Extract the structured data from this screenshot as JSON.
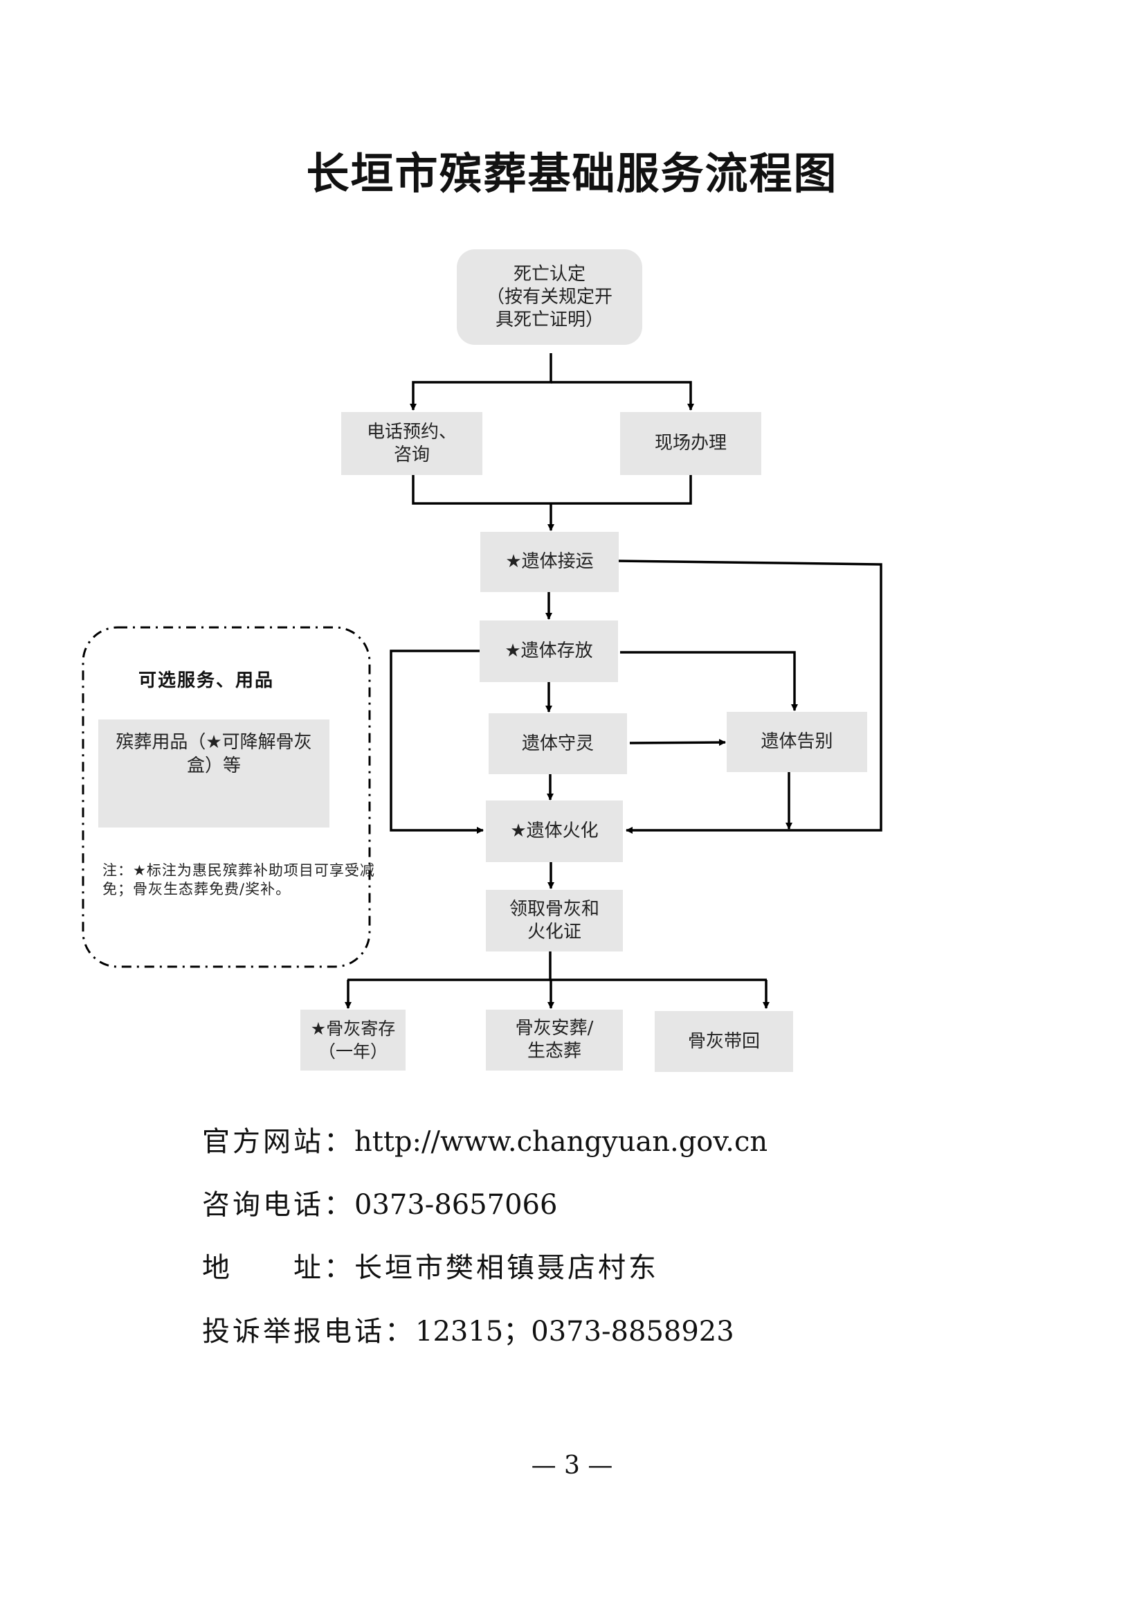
{
  "title": "长垣市殡葬基础服务流程图",
  "flowchart": {
    "nodes": {
      "death_confirmation": "死亡认定\n（按有关规定开\n具死亡证明）",
      "phone_booking": "电话预约、\n咨询",
      "on_site": "现场办理",
      "body_transport": "★遗体接运",
      "body_storage": "★遗体存放",
      "body_vigil": "遗体守灵",
      "body_farewell": "遗体告别",
      "cremation": "★遗体火化",
      "collect_ashes": "领取骨灰和\n火化证",
      "ashes_deposit": "★骨灰寄存\n（一年）",
      "ashes_burial": "骨灰安葬/\n生态葬",
      "ashes_take_home": "骨灰带回"
    },
    "edges": [
      [
        "death_confirmation",
        "phone_booking"
      ],
      [
        "death_confirmation",
        "on_site"
      ],
      [
        "phone_booking",
        "body_transport"
      ],
      [
        "on_site",
        "body_transport"
      ],
      [
        "body_transport",
        "body_storage"
      ],
      [
        "body_transport",
        "cremation"
      ],
      [
        "body_storage",
        "body_vigil"
      ],
      [
        "body_storage",
        "body_farewell"
      ],
      [
        "body_storage",
        "cremation"
      ],
      [
        "body_vigil",
        "body_farewell"
      ],
      [
        "body_vigil",
        "cremation"
      ],
      [
        "body_farewell",
        "cremation"
      ],
      [
        "cremation",
        "collect_ashes"
      ],
      [
        "collect_ashes",
        "ashes_deposit"
      ],
      [
        "collect_ashes",
        "ashes_burial"
      ],
      [
        "collect_ashes",
        "ashes_take_home"
      ]
    ]
  },
  "optional": {
    "heading": "可选服务、用品",
    "item": "殡葬用品（★可降解骨灰盒）等",
    "note": "注：★标注为惠民殡葬补助项目可享受减免；骨灰生态葬免费/奖补。"
  },
  "contact": {
    "website_label": "官方网站：",
    "website": "http://www.changyuan.gov.cn",
    "phone_label": "咨询电话：",
    "phone": "0373-8657066",
    "address_label": "地　　址：",
    "address": "长垣市樊相镇聂店村东",
    "complaint_label": "投诉举报电话：",
    "complaint": "12315；0373-8858923"
  },
  "page_number": "— 3 —",
  "colors": {
    "box_fill": "#e6e6e6",
    "line": "#000000"
  }
}
